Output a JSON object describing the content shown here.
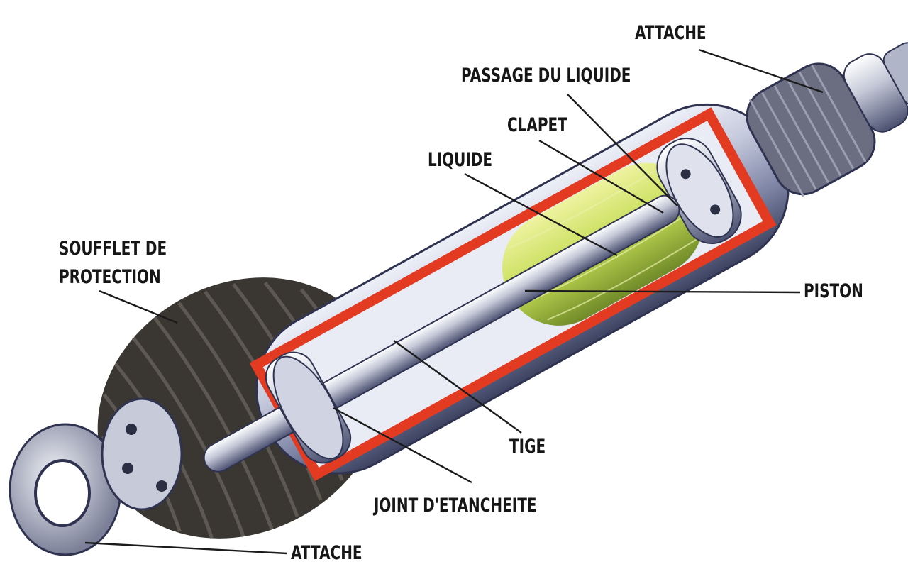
{
  "labels": {
    "attache_top": "ATTACHE",
    "passage_du_liquide": "PASSAGE DU LIQUIDE",
    "clapet": "CLAPET",
    "liquide": "LIQUIDE",
    "soufflet_line1": "SOUFFLET DE",
    "soufflet_line2": "PROTECTION",
    "piston": "PISTON",
    "tige": "TIGE",
    "joint": "JOINT D'ETANCHEITE",
    "attache_bottom": "ATTACHE"
  },
  "colors": {
    "background": "#ffffff",
    "outer_tube": "#c9cde0",
    "inner_cut": "#e23b22",
    "liquid": "#c8df5a",
    "bellows": "#3a3632",
    "rod": "#b7bccb",
    "label_text": "#161616",
    "leader_line": "#1b1b1b"
  }
}
